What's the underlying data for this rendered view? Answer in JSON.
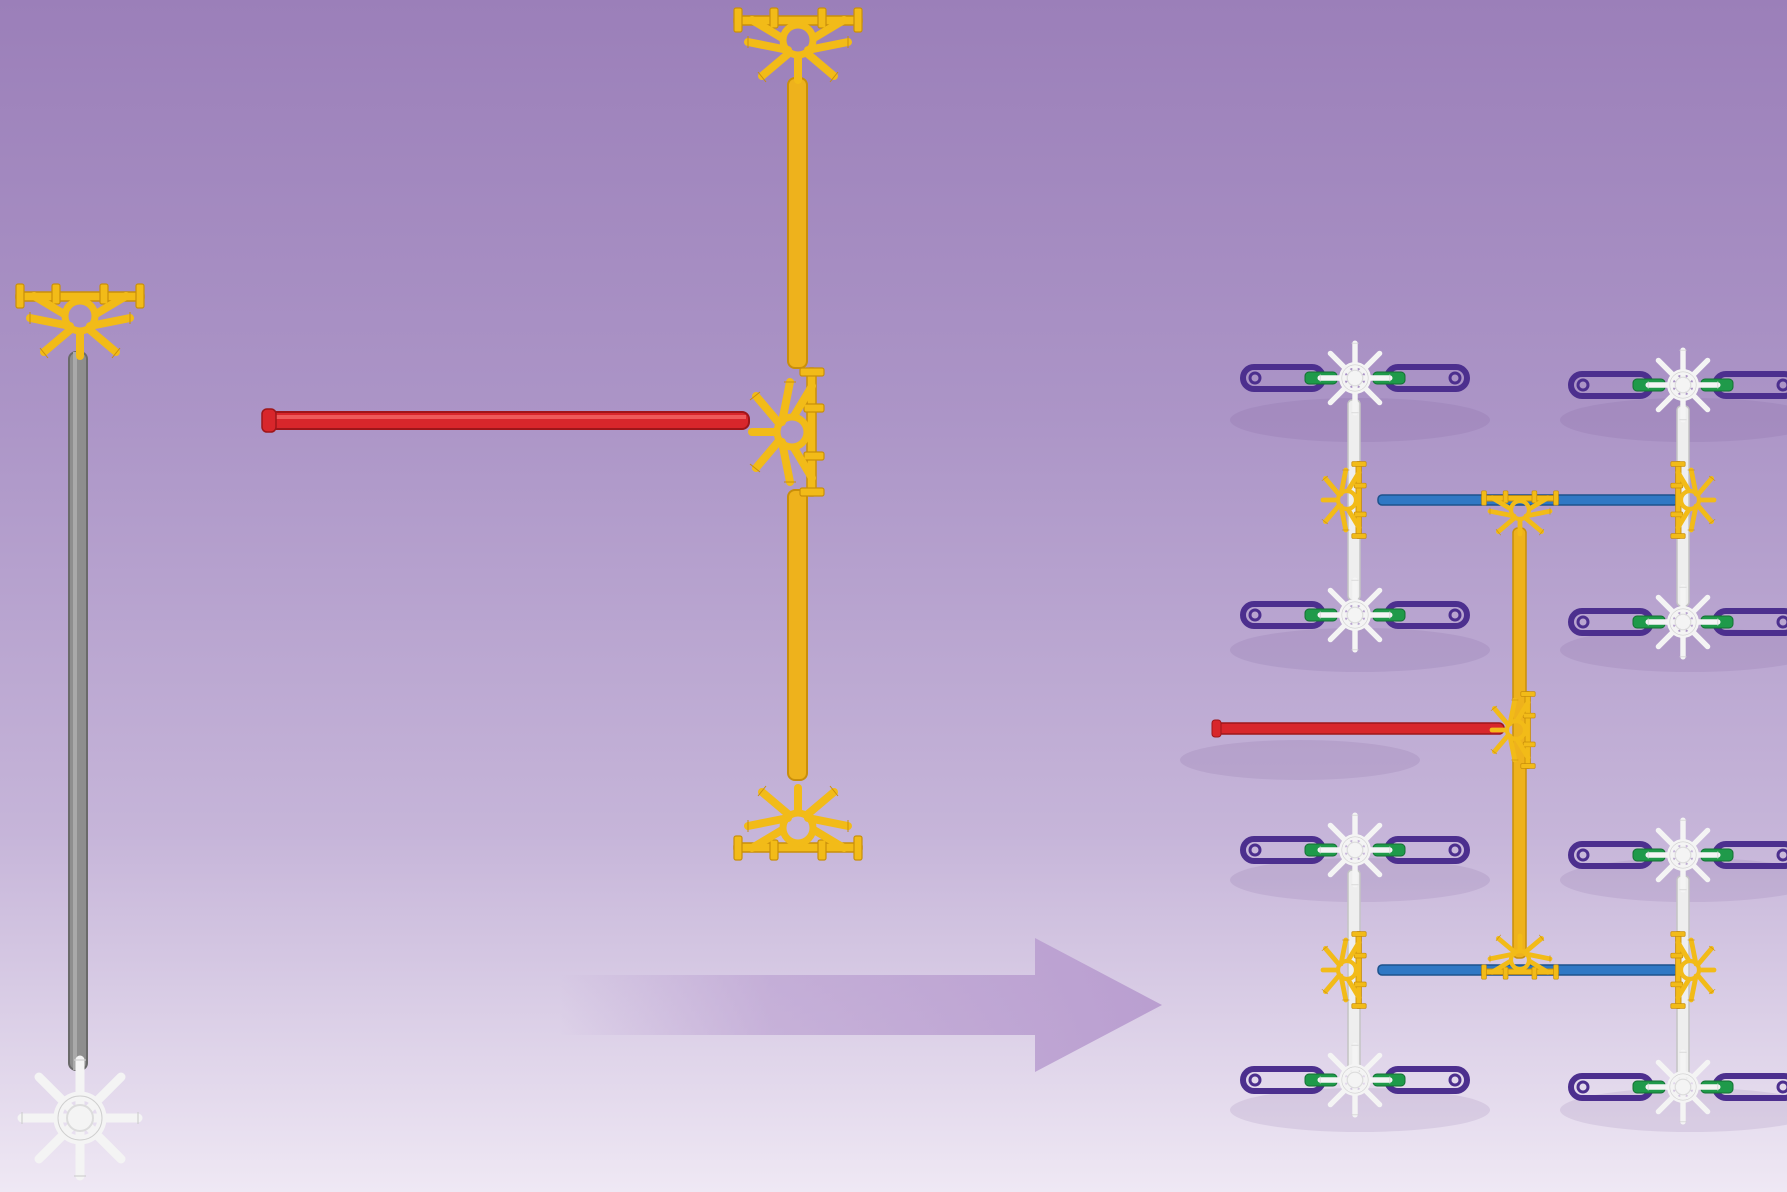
{
  "colors": {
    "background_top": "#9b7fb9",
    "background_bottom": "#efe8f4",
    "yellow_connector": "#f2bb18",
    "yellow_rod": "#eeb21c",
    "gray_rod": "#8e8e8e",
    "white_connector": "#f2f2f2",
    "red_rod": "#d8262b",
    "blue_rod": "#2f78c4",
    "green_clip": "#1f9a4a",
    "purple_link": "#4c2f8e",
    "arrow": "#b89ccf"
  },
  "parts": [
    {
      "part": "gray-rod",
      "count": 1
    },
    {
      "part": "yellow-connector",
      "count": 1
    },
    {
      "part": "white-connector",
      "count": 1
    },
    {
      "part": "red-rod",
      "count": 1
    },
    {
      "part": "yellow-rod",
      "count": 2
    }
  ],
  "icons": [
    "yellow-half-connector-icon",
    "white-star-connector-icon",
    "purple-link-icon",
    "green-clip-icon",
    "direction-arrow-icon"
  ]
}
